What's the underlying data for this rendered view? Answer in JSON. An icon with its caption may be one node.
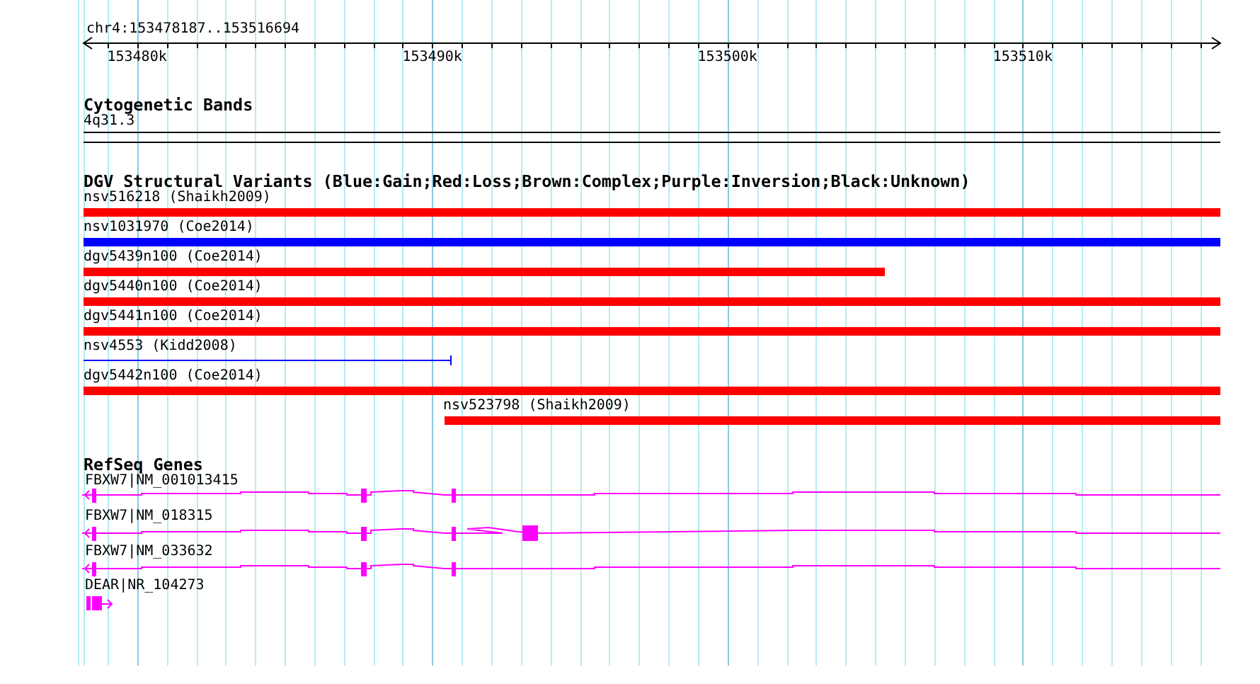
{
  "diagram": {
    "labels": [
      "chr4:153478187..153516694",
      "153480k",
      "153490k",
      "153500k",
      "153510k",
      "Cytogenetic Bands",
      "4q31.3",
      "DGV Structural Variants (Blue:Gain;Red:Loss;Brown:Complex;Purple:Inversion;Black:Unknown)",
      "nsv516218 (Shaikh2009)",
      "nsv1031970 (Coe2014)",
      "dgv5439n100 (Coe2014)",
      "dgv5440n100 (Coe2014)",
      "dgv5441n100 (Coe2014)",
      "nsv4553 (Kidd2008)",
      "dgv5442n100 (Coe2014)",
      "nsv523798 (Shaikh2009)",
      "RefSeq Genes",
      "FBXW7|NM_001013415",
      "FBXW7|NM_018315",
      "FBXW7|NM_033632",
      "DEAR|NR_104273"
    ]
  }
}
